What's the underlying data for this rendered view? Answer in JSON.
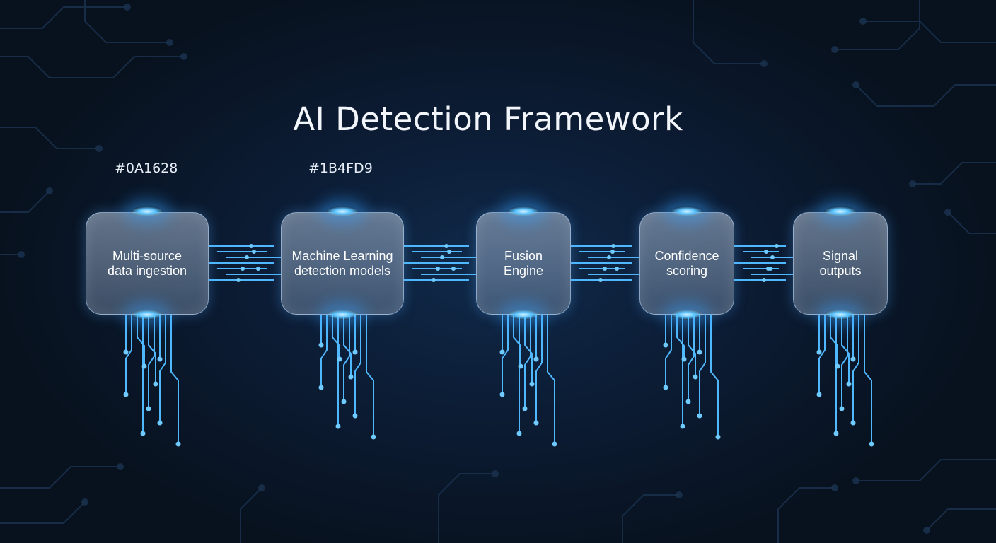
{
  "title": "AI Detection Framework",
  "color_labels": [
    "#0A1628",
    "#1B4FD9"
  ],
  "nodes": [
    {
      "label": "Multi-source\ndata ingestion"
    },
    {
      "label": "Machine Learning\ndetection models"
    },
    {
      "label": "Fusion\nEngine"
    },
    {
      "label": "Confidence\nscoring"
    },
    {
      "label": "Signal\noutputs"
    }
  ],
  "colors": {
    "background": "#0A1628",
    "accent": "#1B4FD9",
    "trace": "#4FB8FF"
  }
}
